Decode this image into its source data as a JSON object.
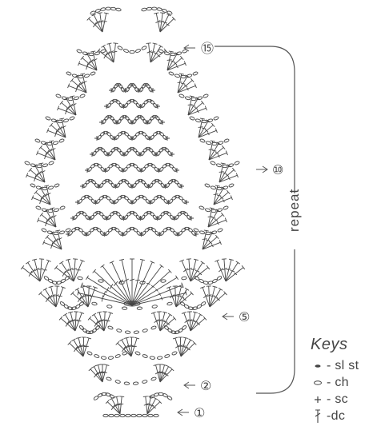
{
  "round_labels": {
    "r1": "①",
    "r2": "②",
    "r5": "⑤",
    "r10": "⑩",
    "r15": "⑮"
  },
  "repeat_label": "repeat",
  "keys": {
    "title": "Keys",
    "items": [
      {
        "symbol": "sl-st-icon",
        "label": "- sl st"
      },
      {
        "symbol": "ch-icon",
        "label": "- ch"
      },
      {
        "symbol": "sc-icon",
        "label": "- sc"
      },
      {
        "symbol": "dc-icon",
        "label": "-dc"
      }
    ]
  },
  "colors": {
    "ink": "#444444",
    "paper": "#ffffff"
  }
}
